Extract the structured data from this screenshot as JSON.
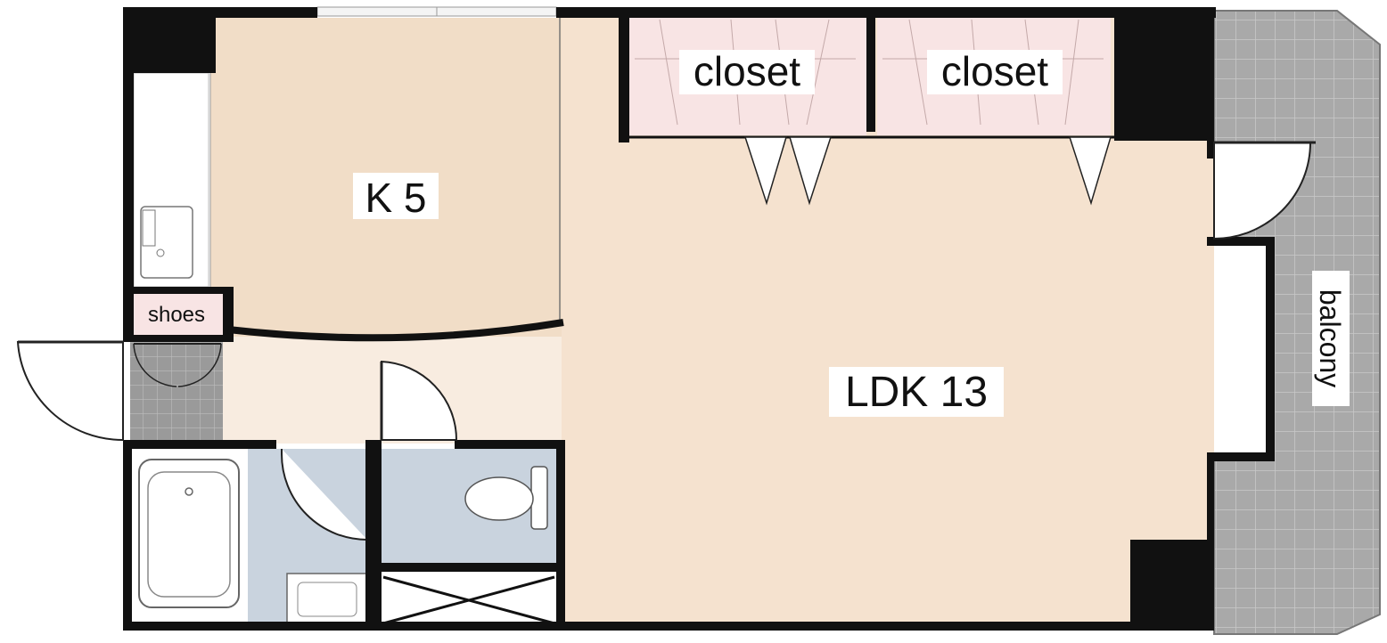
{
  "rooms": {
    "kitchen": "K 5",
    "ldk": "LDK 13",
    "closet_left": "closet",
    "closet_right": "closet",
    "shoes": "shoes",
    "balcony": "balcony"
  },
  "colors": {
    "floor": "#f5e2cf",
    "kitchen_floor": "#f1ddc7",
    "hall_floor": "#f8ece0",
    "closet": "#f8e4e4",
    "bath": "#c9d3de",
    "wall": "#111111",
    "balcony": "#a9a9a9",
    "entry_tile": "#9a9a9a",
    "shoes": "#f8e4e4"
  }
}
